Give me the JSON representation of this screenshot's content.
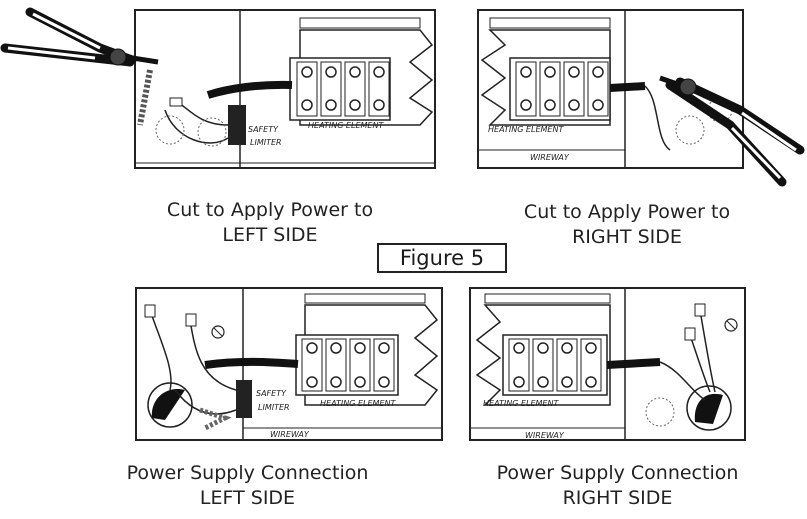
{
  "figure": {
    "title": "Figure 5"
  },
  "panels": {
    "top_left": {
      "caption_line1": "Cut to Apply Power to",
      "caption_line2": "LEFT SIDE",
      "labels": {
        "safety": "SAFETY",
        "limiter": "LIMITER",
        "element": "HEATING ELEMENT"
      }
    },
    "top_right": {
      "caption_line1": "Cut to Apply Power to",
      "caption_line2": "RIGHT SIDE",
      "labels": {
        "element": "HEATING ELEMENT",
        "wireway": "WIREWAY"
      }
    },
    "bottom_left": {
      "caption_line1": "Power Supply Connection",
      "caption_line2": "LEFT SIDE",
      "labels": {
        "safety": "SAFETY",
        "limiter": "LIMITER",
        "element": "HEATING ELEMENT",
        "wireway": "WIREWAY"
      }
    },
    "bottom_right": {
      "caption_line1": "Power Supply Connection",
      "caption_line2": "RIGHT SIDE",
      "labels": {
        "element": "HEATING ELEMENT",
        "wireway": "WIREWAY"
      }
    }
  }
}
